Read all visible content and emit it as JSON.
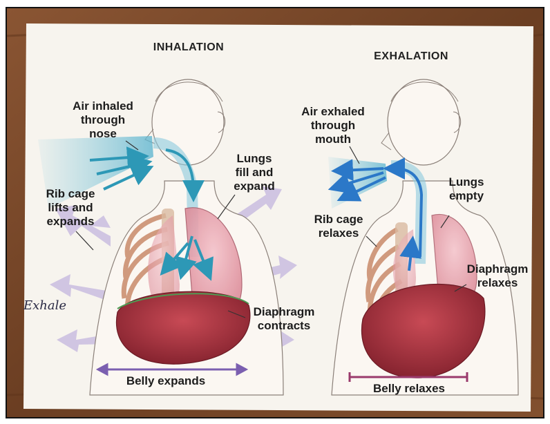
{
  "scene": {
    "inhalation": {
      "title": "INHALATION",
      "air": "Air inhaled\nthrough\nnose",
      "lungs": "Lungs\nfill and\nexpand",
      "ribs": "Rib cage\nlifts and\nexpands",
      "diaphragm": "Diaphragm\ncontracts",
      "belly": "Belly expands"
    },
    "exhalation": {
      "title": "EXHALATION",
      "air": "Air exhaled\nthrough\nmouth",
      "lungs": "Lungs\nempty",
      "ribs": "Rib cage\nrelaxes",
      "diaphragm": "Diaphragm\nrelaxes",
      "belly": "Belly relaxes"
    },
    "handwriting": "Exhale",
    "colors": {
      "paper": "#f7f4ee",
      "wood": "#7a4a2a",
      "air": "#3aa0c0",
      "lungs": "#e59aa6",
      "diaphragm": "#a8323f",
      "arrows": "#b9a8d6",
      "belly_line": "#7b5fb0"
    }
  }
}
